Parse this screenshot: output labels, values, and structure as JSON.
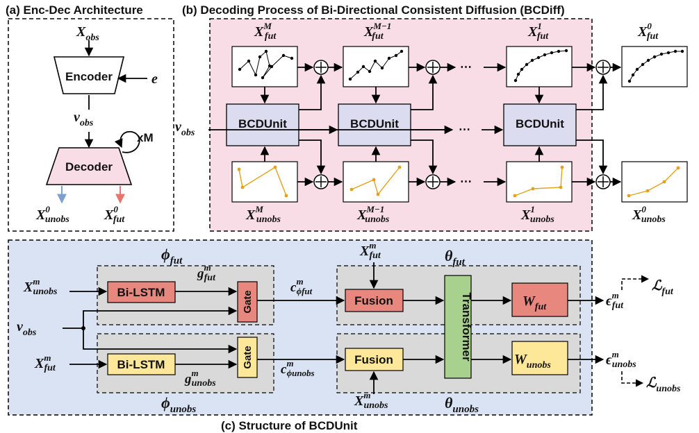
{
  "titles": {
    "a": "(a) Enc-Dec Architecture",
    "b": "(b) Decoding Process of Bi-Directional Consistent Diffusion (BCDiff)",
    "c": "(c) Structure of BCDUnit"
  },
  "panel_a": {
    "x_obs": {
      "base": "X",
      "sub": "obs"
    },
    "encoder": "Encoder",
    "e": "e",
    "v_obs": {
      "base": "v",
      "sub": "obs"
    },
    "repeat": "xM",
    "decoder": "Decoder",
    "out_unobs": {
      "base": "X",
      "sup": "0",
      "sub": "unobs"
    },
    "out_fut": {
      "base": "X",
      "sup": "0",
      "sub": "fut"
    }
  },
  "panel_b": {
    "v_obs": {
      "base": "v",
      "sub": "obs"
    },
    "unit_label": "BCDUnit",
    "ellipsis": "⋯",
    "plus": "+",
    "top": [
      {
        "base": "X",
        "sup": "M",
        "sub": "fut"
      },
      {
        "base": "X",
        "sup": "M−1",
        "sub": "fut"
      },
      {
        "base": "X",
        "sup": "1",
        "sub": "fut"
      },
      {
        "base": "X",
        "sup": "0",
        "sub": "fut"
      }
    ],
    "bottom": [
      {
        "base": "X",
        "sup": "M",
        "sub": "unobs"
      },
      {
        "base": "X",
        "sup": "M−1",
        "sub": "unobs"
      },
      {
        "base": "X",
        "sup": "1",
        "sub": "unobs"
      },
      {
        "base": "X",
        "sup": "0",
        "sub": "unobs"
      }
    ]
  },
  "panel_c": {
    "phi_fut": {
      "base": "ϕ",
      "sub": "fut"
    },
    "phi_unobs": {
      "base": "ϕ",
      "sub": "unobs"
    },
    "theta_fut": {
      "base": "θ",
      "sub": "fut"
    },
    "theta_unobs": {
      "base": "θ",
      "sub": "unobs"
    },
    "in_unobs": {
      "base": "X",
      "sup": "m",
      "sub": "unobs"
    },
    "in_fut": {
      "base": "X",
      "sup": "m",
      "sub": "fut"
    },
    "v_obs": {
      "base": "v",
      "sub": "obs"
    },
    "bilstm": "Bi-LSTM",
    "gate": "Gate",
    "g_fut": {
      "base": "g",
      "sup": "m",
      "sub": "fut"
    },
    "g_unobs": {
      "base": "g",
      "sup": "m",
      "sub": "unobs"
    },
    "c_fut": {
      "base": "c",
      "sup": "m",
      "sub": "ϕfut"
    },
    "c_unobs": {
      "base": "c",
      "sup": "m",
      "sub": "ϕunobs"
    },
    "fusion": "Fusion",
    "transformer": "Transformer",
    "x_fut_top": {
      "base": "X",
      "sup": "m",
      "sub": "fut"
    },
    "x_unobs_bottom": {
      "base": "X",
      "sup": "m",
      "sub": "unobs"
    },
    "w_fut": {
      "base": "W",
      "sub": "fut"
    },
    "w_unobs": {
      "base": "W",
      "sub": "unobs"
    },
    "eps_fut": {
      "base": "ϵ",
      "sup": "m",
      "sub": "fut"
    },
    "eps_unobs": {
      "base": "ϵ",
      "sup": "m",
      "sub": "unobs"
    },
    "loss_fut": {
      "base": "ℒ",
      "sub": "fut"
    },
    "loss_unobs": {
      "base": "ℒ",
      "sub": "unobs"
    }
  },
  "colors": {
    "pink_bg": "#f8dde6",
    "blue_bg": "#dae3f3",
    "gray_box": "#d9d9d9",
    "unit_fill": "#dcdcf0",
    "red_box": "#e8877e",
    "yellow_box": "#fde89a",
    "green_box": "#a9d18e",
    "orange_line": "#e3a21a",
    "blue_arrow": "#7f9fcf",
    "red_arrow": "#e8746b"
  }
}
